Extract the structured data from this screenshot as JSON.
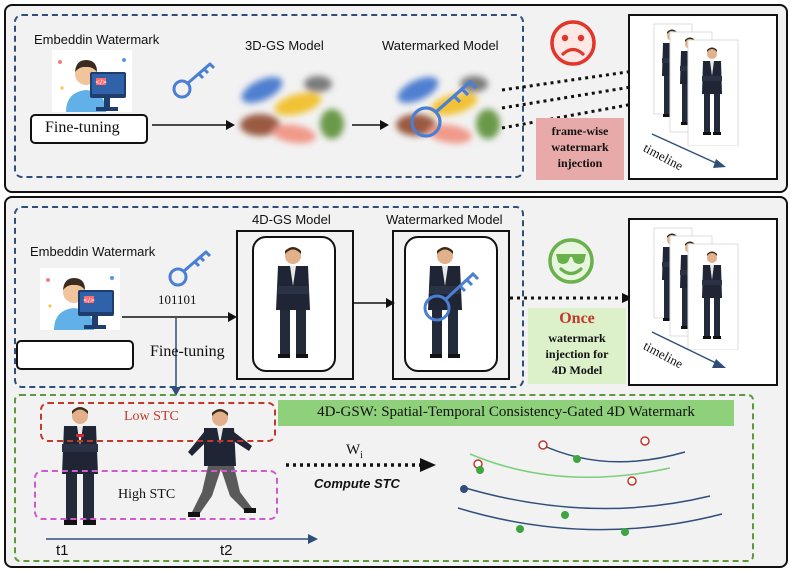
{
  "top": {
    "embed_label": "Embeddin Watermark",
    "finetune_label": "Fine-tuning",
    "model_label": "3D-GS Model",
    "wm_model_label": "Watermarked Model",
    "injection_label": "frame-wise\nwatermark\ninjection",
    "timeline_label": "timeline",
    "sad_icon": "sad-face-icon"
  },
  "bottom": {
    "embed_label": "Embeddin Watermark",
    "bits": "101101",
    "finetune_label": "Fine-tuning",
    "model_label": "4D-GS Model",
    "wm_model_label": "Watermarked Model",
    "once_label": "Once",
    "once_desc": "watermark\ninjection for\n4D Model",
    "timeline_label": "timeline",
    "happy_icon": "cool-face-icon"
  },
  "stc": {
    "title": "4D-GSW: Spatial-Temporal Consistency-Gated 4D Watermark",
    "low_label": "Low STC",
    "high_label": "High STC",
    "w_label": "W",
    "w_sub": "i",
    "compute_label": "Compute STC",
    "t1": "t1",
    "t2": "t2"
  },
  "colors": {
    "panel_bg": "#f2f2f2",
    "dash_blue": "#2f4f7a",
    "key_blue": "#4a7fd4",
    "green_bar": "#8fd17a",
    "pink_box": "#e8aaa8",
    "once_box": "#dcf0c9",
    "green_dash": "#5a9a3a",
    "low_red": "#c0392b",
    "high_magenta": "#d05ad0"
  }
}
